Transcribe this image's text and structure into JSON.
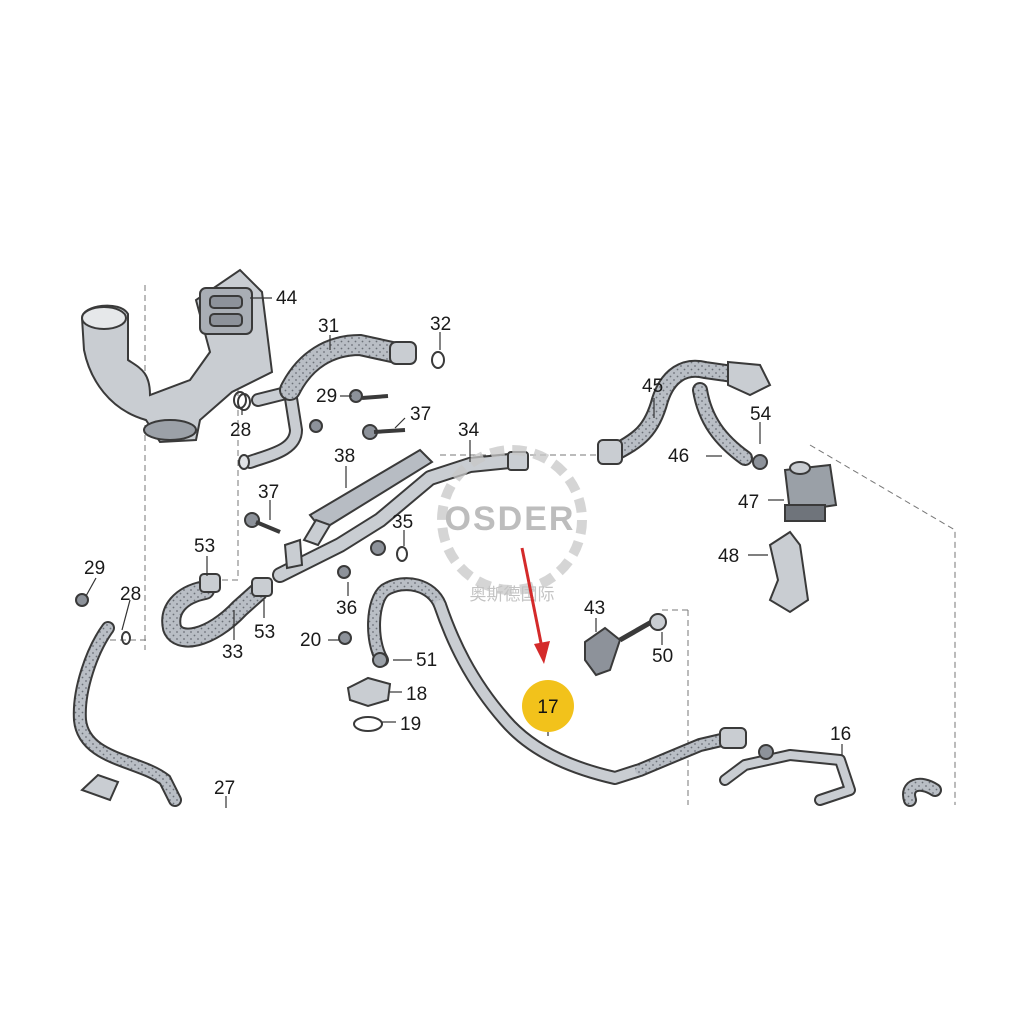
{
  "watermark": {
    "brand": "OSDER",
    "subtitle": "奥斯德国际",
    "color": "#b5b5b5"
  },
  "colors": {
    "part_fill": "#c9cdd2",
    "part_stroke": "#3a3a3a",
    "hose_fill": "#b7bcc3",
    "highlight_badge": "#f2c21b",
    "arrow": "#d42a2a"
  },
  "callouts": {
    "c44": "44",
    "c31": "31",
    "c32": "32",
    "c29a": "29",
    "c28a": "28",
    "c37a": "37",
    "c34": "34",
    "c38": "38",
    "c37b": "37",
    "c35": "35",
    "c53a": "53",
    "c29b": "29",
    "c28b": "28",
    "c33": "33",
    "c53b": "53",
    "c36": "36",
    "c20": "20",
    "c51": "51",
    "c18": "18",
    "c19": "19",
    "c45": "45",
    "c54": "54",
    "c46": "46",
    "c47": "47",
    "c48": "48",
    "c43": "43",
    "c50": "50",
    "c16": "16",
    "c27": "27"
  },
  "highlight": {
    "label": "17",
    "icon": "arrow-pointer-icon"
  }
}
